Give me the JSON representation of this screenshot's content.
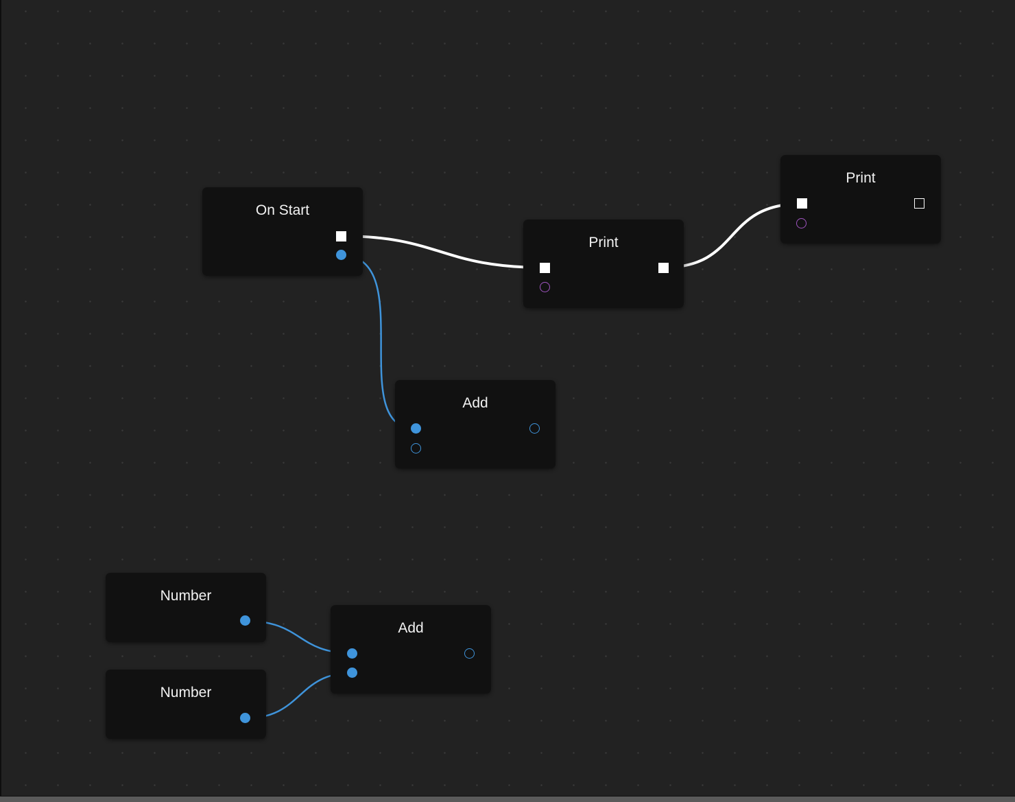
{
  "editor": {
    "nodes": {
      "on_start": {
        "title": "On Start"
      },
      "print_1": {
        "title": "Print"
      },
      "print_2": {
        "title": "Print"
      },
      "add_1": {
        "title": "Add"
      },
      "add_2": {
        "title": "Add"
      },
      "number_1": {
        "title": "Number"
      },
      "number_2": {
        "title": "Number"
      }
    },
    "colors": {
      "background": "#222222",
      "node": "#111111",
      "exec_wire": "#ffffff",
      "number_port": "#3f94db",
      "string_port": "#a155c2"
    }
  }
}
